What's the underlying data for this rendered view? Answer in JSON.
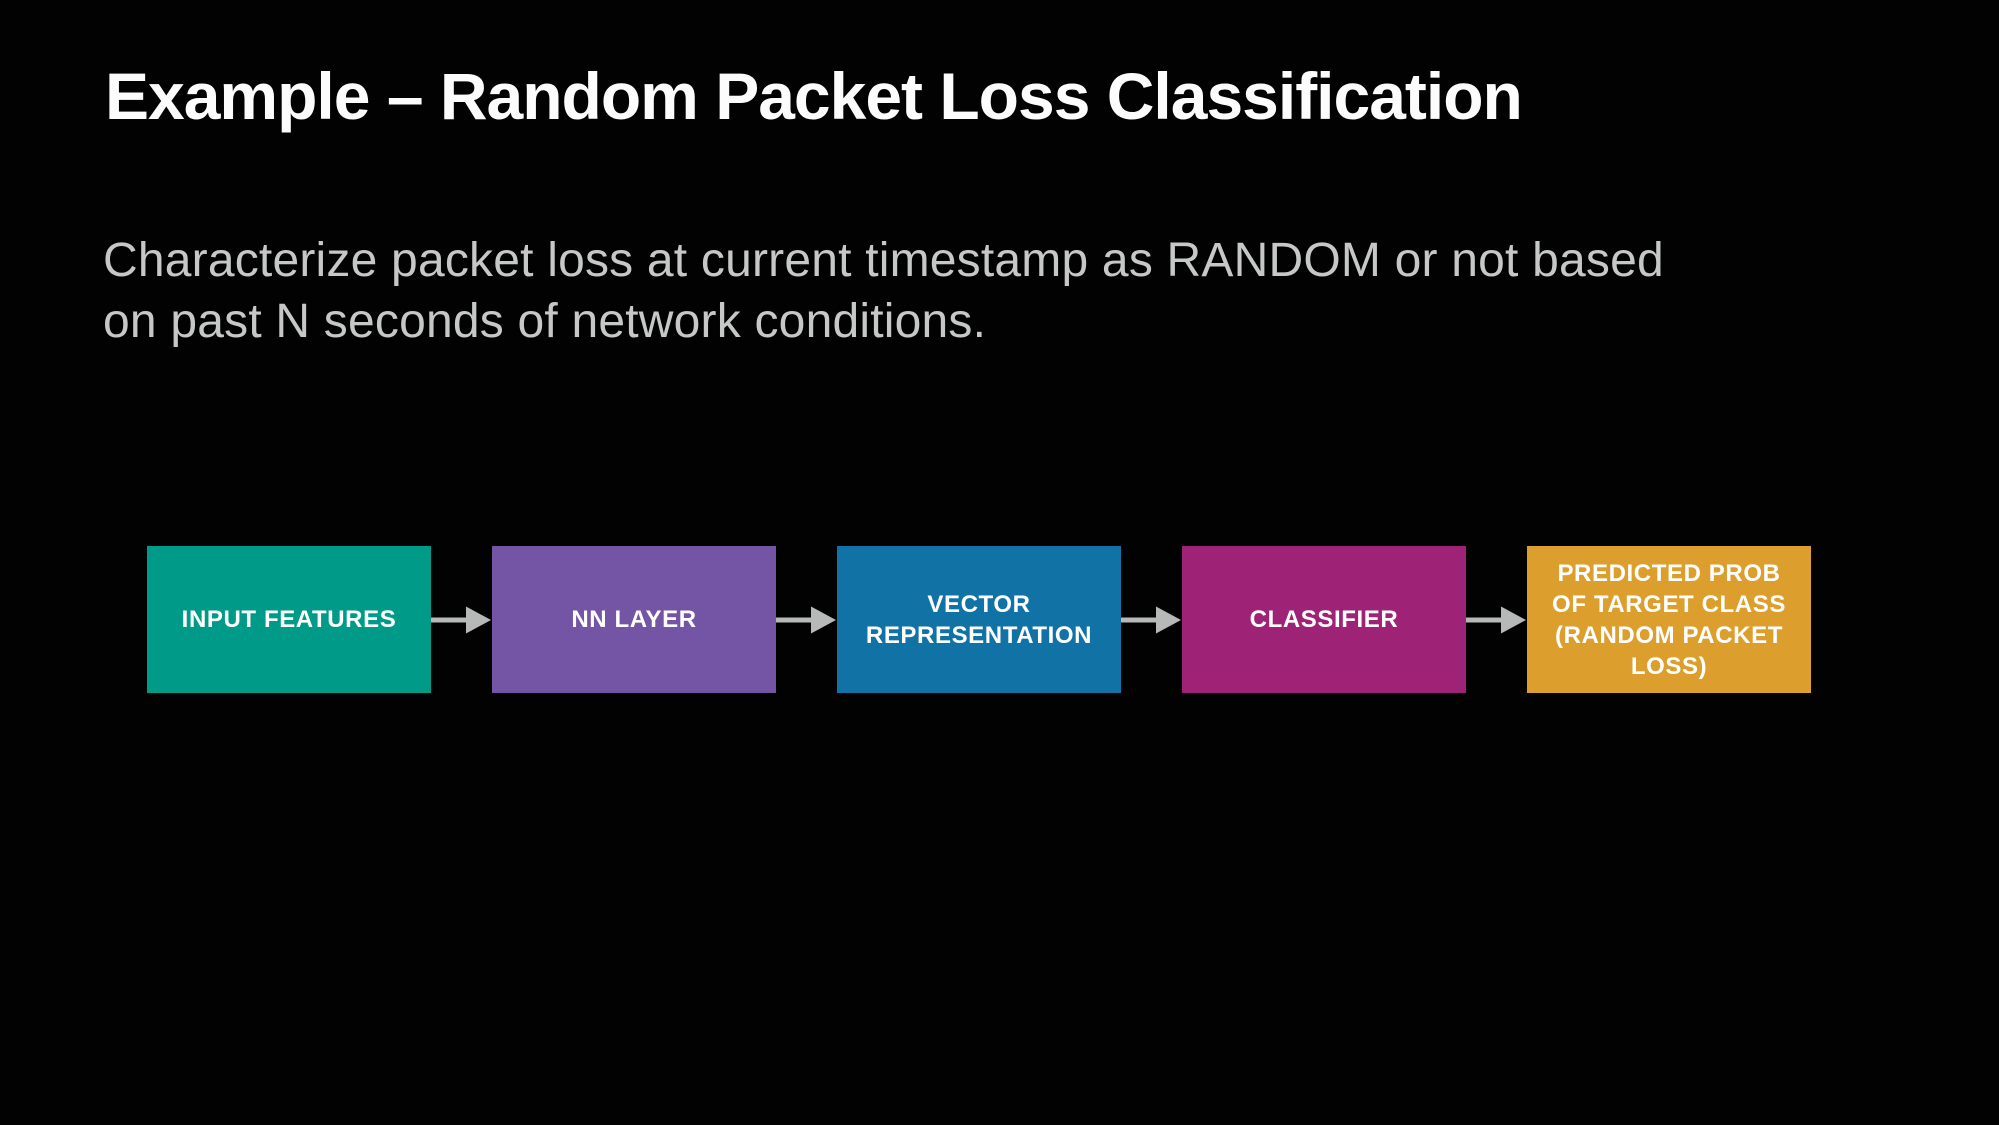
{
  "slide": {
    "title": "Example – Random Packet Loss Classification",
    "subtitle_lines": [
      "Characterize packet loss at current timestamp as RANDOM or not based",
      "on past N seconds of network conditions."
    ],
    "background_color": "#020202",
    "title_color": "#fcfcfc",
    "subtitle_color": "#c6c8c7"
  },
  "flow": {
    "arrow_icon": "right-arrow",
    "arrow_color": "#b7b9b8",
    "nodes": [
      {
        "label": "INPUT FEATURES",
        "color": "#009b88"
      },
      {
        "label": "NN LAYER",
        "color": "#7454a5"
      },
      {
        "label": "VECTOR REPRESENTATION",
        "color": "#1173a5"
      },
      {
        "label": "CLASSIFIER",
        "color": "#9e2377"
      },
      {
        "label": "PREDICTED PROB OF TARGET CLASS (RANDOM PACKET LOSS)",
        "color": "#dc9e2d"
      }
    ]
  }
}
